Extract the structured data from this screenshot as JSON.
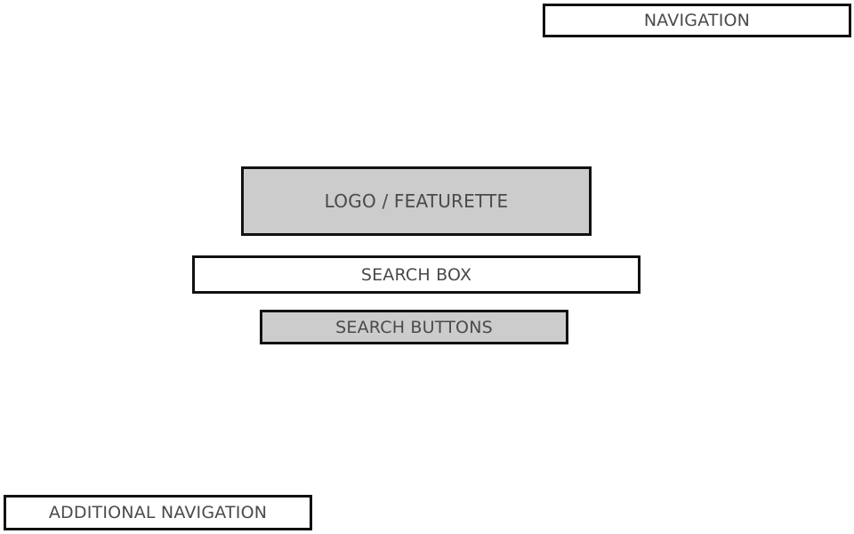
{
  "wireframe": {
    "navigation_label": "NAVIGATION",
    "logo_label": "LOGO / FEATURETTE",
    "search_box_label": "SEARCH BOX",
    "search_buttons_label": "SEARCH BUTTONS",
    "additional_navigation_label": "ADDITIONAL NAVIGATION"
  },
  "colors": {
    "filled_block": "#cccccc",
    "empty_block": "#ffffff",
    "border": "#111111",
    "text": "#4a4a4a"
  }
}
